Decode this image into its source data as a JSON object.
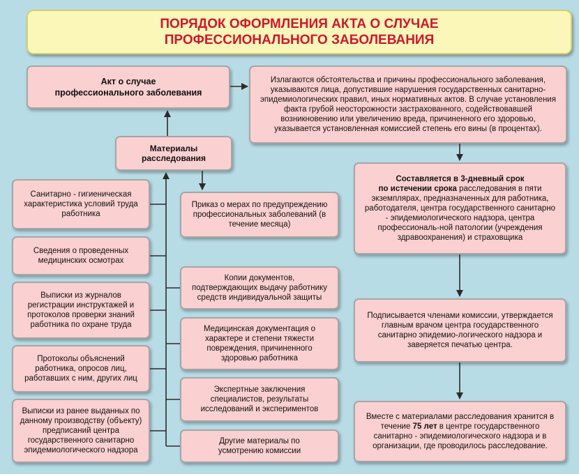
{
  "title": {
    "line1": "ПОРЯДОК  ОФОРМЛЕНИЯ АКТА О СЛУЧАЕ",
    "line2": "ПРОФЕССИОНАЛЬНОГО ЗАБОЛЕВАНИЯ"
  },
  "act": {
    "line1": "Акт о случае",
    "line2": "профессионального заболевания"
  },
  "act_description": "Излагаются обстоятельства и причины профессионального заболевания, указываются лица, допустившие нарушения государственных санитарно-эпидемиологических правил, иных нормативных актов. В случае установления факта грубой неосторожности застрахованного, содействовавшей возникновению или увеличению вреда, причиненного его здоровью, указывается установленная комиссией степень его вины (в процентах).",
  "materials": "Материалы расследования",
  "left_items": [
    "Санитарно - гигиеническая характеристика условий труда работника",
    "Сведения о проведенных медицинских осмотрах",
    "Выписки из журналов регистрации инструктажей и протоколов проверки знаний работника по охране труда",
    "Протоколы объяснений работника, опросов лиц, работавших с ним, других лиц",
    "Выписки из ранее выданных по данному производству (объекту) предписаний центра государственного санитарно эпидемиологического надзора"
  ],
  "middle_items": [
    "Приказ о мерах по предупреждению профессиональных заболеваний  (в течение месяца)",
    "Копии документов, подтверждающих выдачу работнику средств индивидуальной защиты",
    "Медицинская документация о характере и степени тяжести повреждения, причиненного здоровью работника",
    "Экспертные заключения специалистов, результаты исследований и экспериментов",
    "Другие материалы по усмотрению комиссии"
  ],
  "compose": {
    "bold1": "Составляется в 3-дневный срок",
    "bold2": "по истечении срока",
    "rest": " расследования в пяти экземплярах, предназначенных для работника, работодателя, центра государственного санитарно - эпидемиологического надзора, центра профессиональ-ной патологии (учреждения здравоохранения) и страховщика"
  },
  "sign": "Подписывается членами комиссии, утверждается главным врачом центра государственного санитарно эпидемио-логического надзора и заверяется печатью центра.",
  "store": {
    "part1": "Вместе с материалами расследования хранится в течение ",
    "bold": "75 лет",
    "part2": " в центре государственного санитарно - эпидемиологического надзора и в организации, где проводилось расследование."
  },
  "colors": {
    "background": "#b8dce6",
    "title_fill": "#fbf7b9",
    "title_text": "#d1162e",
    "box_fill": "#fbd0d0",
    "arrow": "#2b2b2b"
  }
}
